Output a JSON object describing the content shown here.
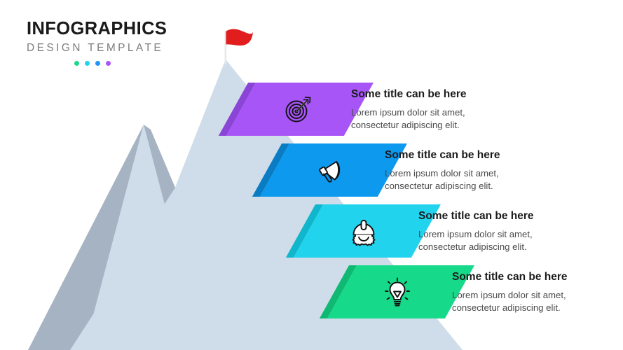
{
  "logo": {
    "title": "INFOGRAPHICS",
    "subtitle": "DESIGN TEMPLATE",
    "dots": [
      {
        "name": "dot-green",
        "color": "#18D98C"
      },
      {
        "name": "dot-cyan",
        "color": "#22D3EE"
      },
      {
        "name": "dot-blue",
        "color": "#2196F3"
      },
      {
        "name": "dot-purple",
        "color": "#A855F7"
      }
    ]
  },
  "scene": {
    "mountain": {
      "light_face": "#CFDCEA",
      "shadow_face": "#A6B3C2",
      "peak_label": "mountain-peak"
    },
    "flag": {
      "flag_color": "#E11D1D",
      "pole_color": "#E8E8E8",
      "label": "summit-flag"
    },
    "background": "#FFFFFF"
  },
  "steps": [
    {
      "icon": "target-icon",
      "color": "#A855F7",
      "fold_color": "#8B45D6",
      "title": "Some title can be here",
      "desc_line1": "Lorem ipsum dolor sit amet,",
      "desc_line2": "consectetur adipiscing elit."
    },
    {
      "icon": "megaphone-icon",
      "color": "#0D99EE",
      "fold_color": "#0A7CC4",
      "title": "Some title can be here",
      "desc_line1": "Lorem ipsum dolor sit amet,",
      "desc_line2": "consectetur adipiscing elit."
    },
    {
      "icon": "helmet-icon",
      "color": "#22D3EE",
      "fold_color": "#10B6CB",
      "title": "Some title can be here",
      "desc_line1": "Lorem ipsum dolor sit amet,",
      "desc_line2": "consectetur adipiscing elit."
    },
    {
      "icon": "lightbulb-icon",
      "color": "#17D98A",
      "fold_color": "#0FB873",
      "title": "Some title can be here",
      "desc_line1": "Lorem ipsum dolor sit amet,",
      "desc_line2": "consectetur adipiscing elit."
    }
  ]
}
